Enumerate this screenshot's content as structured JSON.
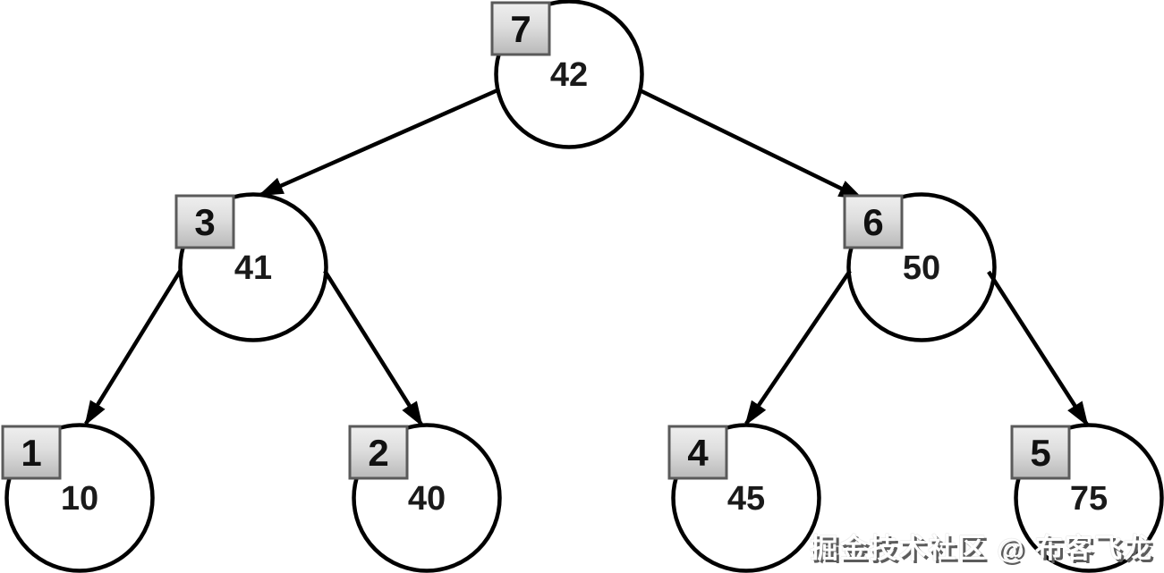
{
  "tree": {
    "type": "binary-tree",
    "description_nodes_note": "each node shows a value inside a circle and a traversal-order number in a square badge",
    "nodes": [
      {
        "value": "42",
        "order": "7"
      },
      {
        "value": "41",
        "order": "3"
      },
      {
        "value": "50",
        "order": "6"
      },
      {
        "value": "10",
        "order": "1"
      },
      {
        "value": "40",
        "order": "2"
      },
      {
        "value": "45",
        "order": "4"
      },
      {
        "value": "75",
        "order": "5"
      }
    ],
    "edges": [
      {
        "from": "42",
        "to": "41"
      },
      {
        "from": "42",
        "to": "50"
      },
      {
        "from": "41",
        "to": "10"
      },
      {
        "from": "41",
        "to": "40"
      },
      {
        "from": "50",
        "to": "45"
      },
      {
        "from": "50",
        "to": "75"
      }
    ]
  },
  "watermark": {
    "text": "掘金技术社区 @ 布客飞龙"
  },
  "colors": {
    "background": "#ffffff",
    "node_fill": "#ffffff",
    "stroke": "#000000",
    "badge_border": "#5a5a5a",
    "badge_gradient_top": "#efefef",
    "badge_gradient_bottom": "#b9b9b9",
    "watermark_fill": "#ffffff",
    "watermark_shadow": "#5c5c5c"
  }
}
